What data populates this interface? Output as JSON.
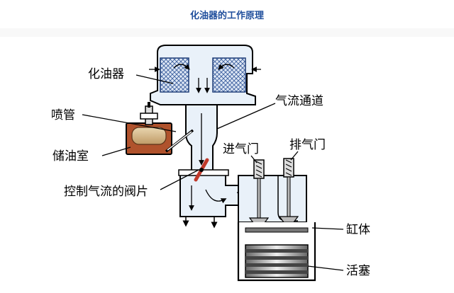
{
  "title": "化油器的工作原理",
  "labels": {
    "carburetor": "化油器",
    "nozzle": "喷管",
    "reservoir": "储油室",
    "throttle": "控制气流的阀片",
    "airflow": "气流通道",
    "intake": "进气门",
    "exhaust": "排气门",
    "cylinder": "缸体",
    "piston": "活塞"
  },
  "colors": {
    "title": "#1f4e9c",
    "body_fill": "#ffffff",
    "outline": "#000000",
    "duct_fill": "#e9f1f9",
    "fuel": "#b0522c",
    "throttle": "#c0392b",
    "filter": "#8fa9cf",
    "piston_ring": "#777777"
  }
}
